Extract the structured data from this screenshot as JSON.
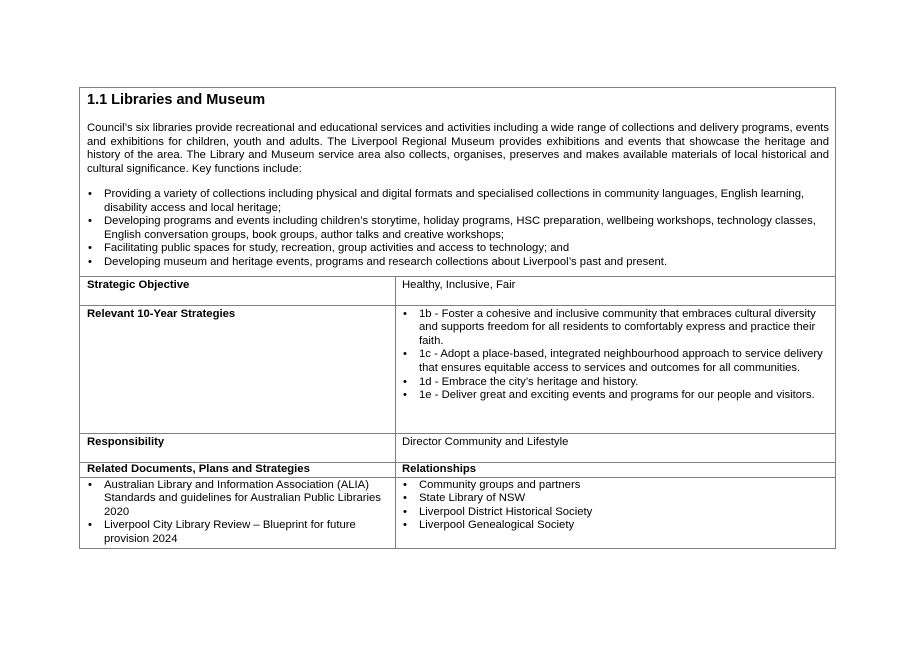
{
  "section": {
    "title": "1.1  Libraries and Museum",
    "intro": "Council’s six libraries provide recreational and educational services and activities including a wide range of collections and delivery programs, events and exhibitions for children, youth and adults. The Liverpool Regional Museum provides exhibitions and events that showcase the heritage and history of the area. The Library and Museum service area also collects, organises, preserves and makes available materials of local historical and cultural significance. Key functions include:",
    "functions": [
      "Providing a variety of collections including physical and digital formats and specialised collections in community languages, English learning, disability access and local heritage;",
      "Developing programs and events including children’s storytime, holiday programs, HSC preparation, wellbeing workshops, technology classes, English conversation groups, book groups, author talks and creative workshops;",
      "Facilitating public spaces for study, recreation, group activities and access to technology; and",
      "Developing museum and heritage events, programs and research collections about Liverpool’s past and present."
    ]
  },
  "table": {
    "objective_label": "Strategic Objective",
    "objective_value": "Healthy, Inclusive, Fair",
    "strategies_label": "Relevant 10-Year Strategies",
    "strategies": [
      "1b - Foster a cohesive and inclusive community that embraces cultural diversity and supports freedom for all residents to comfortably express and practice their faith.",
      "1c - Adopt a place-based, integrated neighbourhood approach to service delivery that ensures equitable access to services and outcomes for all communities.",
      "1d - Embrace the city’s heritage and history.",
      "1e - Deliver great and exciting events and programs for our people and visitors."
    ],
    "responsibility_label": "Responsibility",
    "responsibility_value": "Director Community and Lifestyle",
    "related_docs_label": "Related Documents, Plans and Strategies",
    "relationships_label": "Relationships",
    "related_docs": [
      "Australian Library and Information Association (ALIA) Standards and guidelines for Australian Public Libraries 2020",
      "Liverpool City Library Review – Blueprint for future provision 2024"
    ],
    "relationships": [
      "Community groups and partners",
      "State Library of NSW",
      "Liverpool District Historical Society",
      "Liverpool Genealogical Society"
    ]
  }
}
